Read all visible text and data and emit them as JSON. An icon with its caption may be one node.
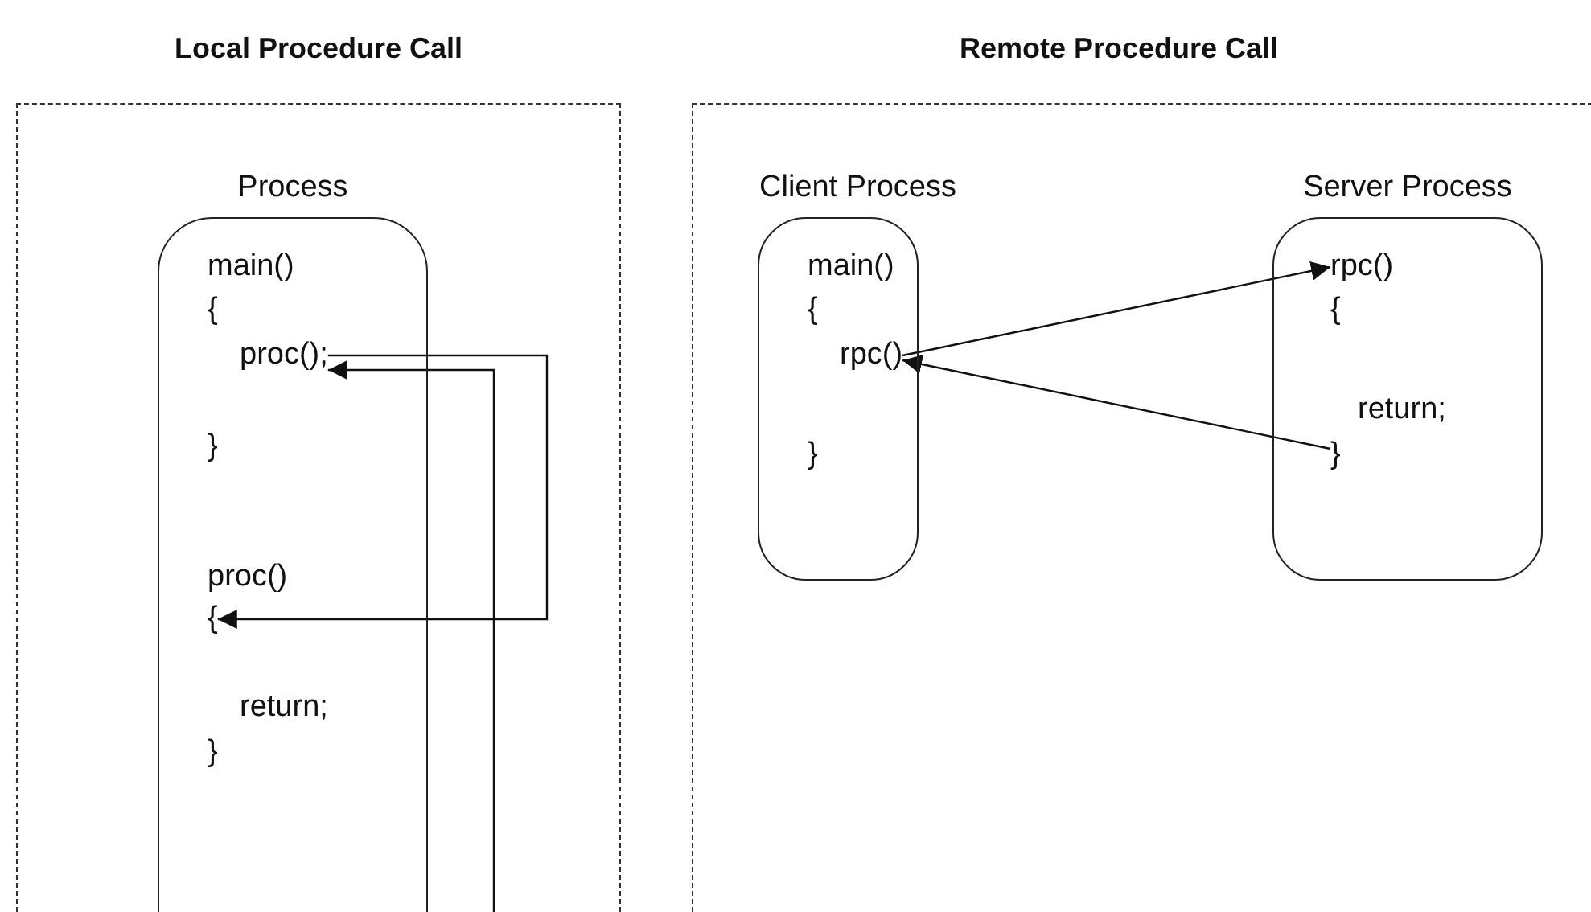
{
  "diagram": {
    "nodes": [
      {
        "text": [
          "Local Procedure Call"
        ]
      },
      {
        "text": [
          "Process"
        ],
        "in": 0
      },
      {
        "text": [
          "main()"
        ],
        "in": 1
      },
      {
        "text": [
          "{"
        ],
        "in": 1
      },
      {
        "text": [
          "proc();"
        ],
        "in": 1
      },
      {
        "text": [
          "}"
        ],
        "in": 1
      },
      {
        "text": [
          "proc()"
        ],
        "in": 1
      },
      {
        "text": [
          "{"
        ],
        "in": 1
      },
      {
        "text": [
          "return;"
        ],
        "in": 1
      },
      {
        "text": [
          "}"
        ],
        "in": 1
      },
      {
        "text": [
          "Remote Procedure Call"
        ]
      },
      {
        "text": [
          "Client Process"
        ],
        "in": 10
      },
      {
        "text": [
          "main()"
        ],
        "in": 11
      },
      {
        "text": [
          "{"
        ],
        "in": 11
      },
      {
        "text": [
          "rpc()"
        ],
        "in": 11
      },
      {
        "text": [
          "}"
        ],
        "in": 11
      },
      {
        "text": [
          "Server Process"
        ],
        "in": 10
      },
      {
        "text": [
          "rpc()"
        ],
        "in": 16
      },
      {
        "text": [
          "{"
        ],
        "in": 16
      },
      {
        "text": [
          "return;"
        ],
        "in": 16
      },
      {
        "text": [
          "}"
        ],
        "in": 16
      }
    ],
    "edges": [
      {
        "from": 4,
        "to": 7,
        "arrow": "to"
      },
      {
        "from": null,
        "to": 4,
        "arrow": "to"
      },
      {
        "from": 14,
        "to": 17,
        "arrow": "to"
      },
      {
        "from": 20,
        "to": 14,
        "arrow": "to"
      }
    ]
  }
}
